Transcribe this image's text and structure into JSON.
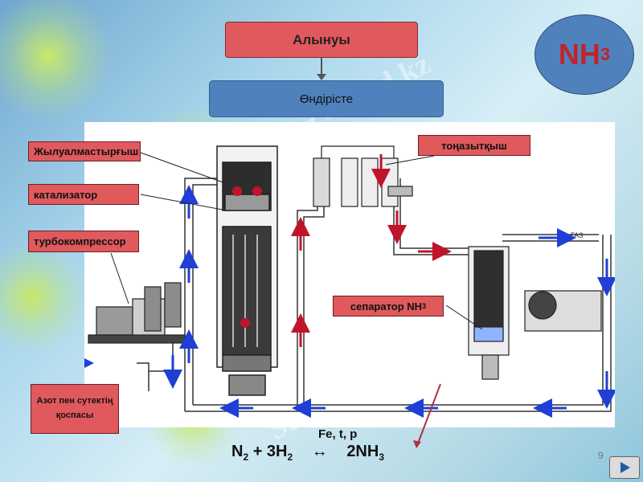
{
  "header": {
    "title": "Алынуы",
    "subtitle": "Өндірісте"
  },
  "badge": {
    "formula_main": "NH",
    "formula_sub": "3"
  },
  "labels": {
    "heat_exchanger": "Жылуалмастырғыш",
    "catalyst": "катализатор",
    "turbocompressor": "турбокомпрессор",
    "cooler": "тоңазытқыш",
    "separator_main": "сепаратор NH",
    "separator_sub": "3",
    "mixture": "Азот пен сутектің қоспасы"
  },
  "equation": {
    "conditions": "Fe, t, p",
    "n2": "N",
    "n2_sub": "2",
    "plus": " + 3H",
    "h2_sub": "2",
    "arrow": "↔",
    "product": "2NH",
    "product_sub": "3"
  },
  "diagram": {
    "gas_label": "ГАЗ"
  },
  "watermark": "Stud.kz - Stud.kz",
  "footer": {
    "page_number": "9"
  },
  "colors": {
    "red_box": "#e0595d",
    "blue_box": "#4f81bd",
    "formula_red": "#c0242b",
    "flow_blue": "#1f3fd6",
    "flow_red": "#c0142a"
  }
}
